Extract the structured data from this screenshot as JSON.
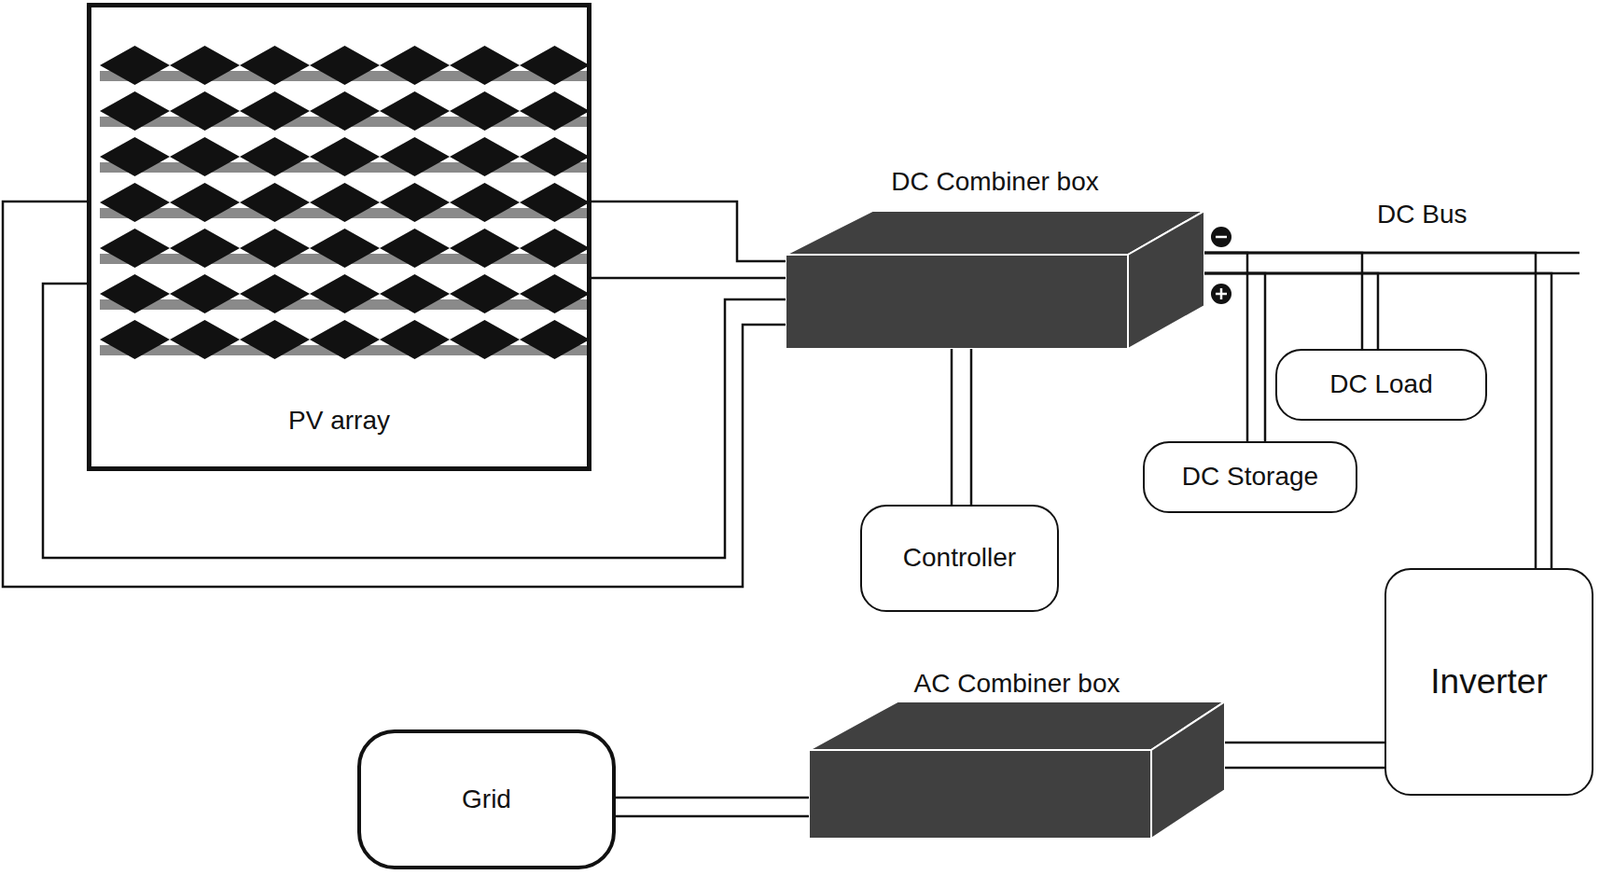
{
  "diagram": {
    "nodes": [
      {
        "text": [
          "PV array"
        ]
      },
      {
        "text": [
          "DC Combiner box"
        ]
      },
      {
        "text": [
          "DC Load"
        ]
      },
      {
        "text": [
          "DC Storage"
        ]
      },
      {
        "text": [
          "Controller"
        ]
      },
      {
        "text": [
          "Inverter"
        ]
      },
      {
        "text": [
          "AC Combiner box"
        ]
      },
      {
        "text": [
          "Grid"
        ]
      }
    ],
    "edges": [
      {
        "from": 0,
        "to": 1,
        "arrow": "none"
      },
      {
        "from": 4,
        "to": 1,
        "arrow": "none"
      },
      {
        "from": 1,
        "to": 3,
        "arrow": "none"
      },
      {
        "from": 1,
        "to": 2,
        "arrow": "none"
      },
      {
        "from": 1,
        "to": 5,
        "arrow": "none"
      },
      {
        "from": 5,
        "to": 6,
        "arrow": "none"
      },
      {
        "from": 6,
        "to": 7,
        "arrow": "none"
      }
    ],
    "labels": [
      "DC Bus"
    ]
  }
}
